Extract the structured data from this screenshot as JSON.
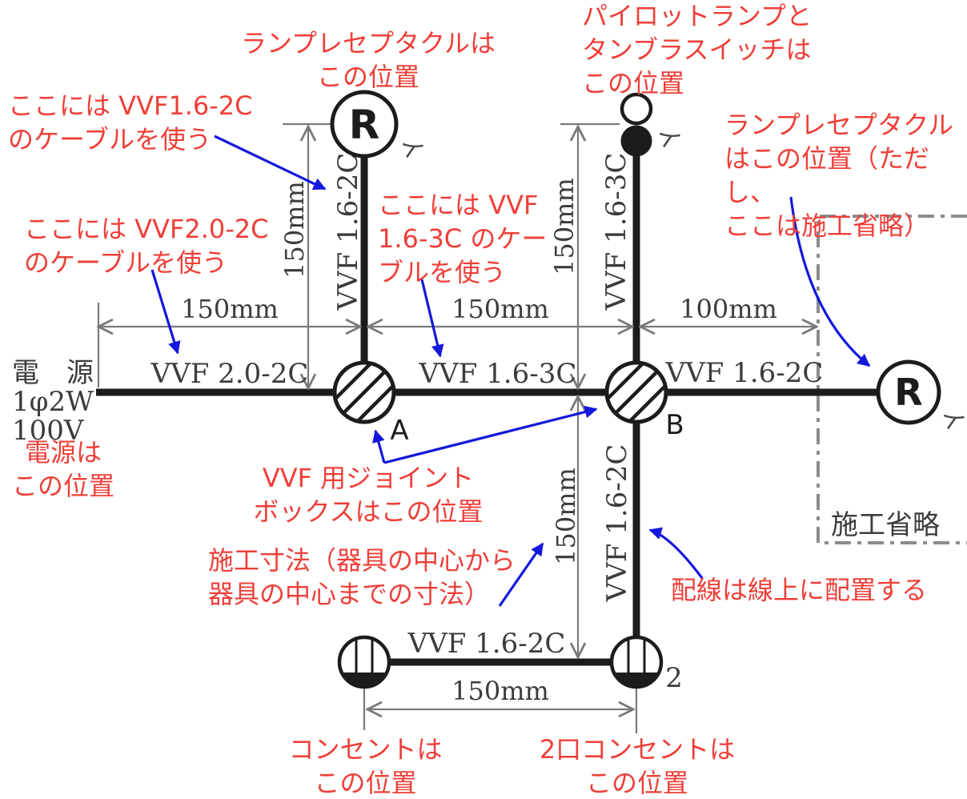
{
  "colors": {
    "red": "#ee3f38",
    "blue": "#1418dc",
    "ink": "#1c1c1c",
    "dim": "#7a7a7a",
    "serifink": "#3c3c3c",
    "dashbox": "#8c8c8c"
  },
  "annotations": {
    "lamp_top": "ランプレセプタクルは\nこの位置",
    "pilot_switch": "パイロットランプと\nタンブラスイッチは\nこの位置",
    "cable_16_2c": "ここには VVF1.6-2C\nのケーブルを使う",
    "lamp_right": "ランプレセプタクル\nはこの位置（ただし、\nここは施工省略）",
    "cable_20_2c": "ここには VVF2.0-2C\nのケーブルを使う",
    "cable_16_3c": "ここには VVF\n1.6-3C のケー\nブルを使う",
    "power_pos": "電源は\nこの位置",
    "joint_box": "VVF 用ジョイント\nボックスはこの位置",
    "dimension_note": "施工寸法（器具の中心から\n器具の中心までの寸法）",
    "wiring_on_line": "配線は線上に配置する",
    "outlet_pos": "コンセントは\nこの位置",
    "double_outlet_pos": "2口コンセントは\nこの位置"
  },
  "power_source": {
    "line1": "電　源",
    "line2": "1φ2W",
    "line3": "100V"
  },
  "cable_labels": {
    "main_left": "VVF 2.0-2C",
    "main_mid": "VVF 1.6-3C",
    "main_right": "VVF 1.6-2C",
    "branch_a_up": "VVF 1.6-2C",
    "branch_b_up": "VVF 1.6-3C",
    "branch_b_down": "VVF 1.6-2C",
    "bottom": "VVF 1.6-2C"
  },
  "dimension_labels": {
    "top_left": "150mm",
    "top_mid": "150mm",
    "top_right": "100mm",
    "branch_a": "150mm",
    "branch_b_up": "150mm",
    "branch_b_down": "150mm",
    "bottom": "150mm"
  },
  "device_labels": {
    "lamp_a": "R",
    "lamp_right": "R",
    "circuit_a": "イ",
    "circuit_switch": "イ",
    "circuit_right": "イ",
    "joint_a": "A",
    "joint_b": "B",
    "outlet_count": "2",
    "omission": "施工省略"
  }
}
